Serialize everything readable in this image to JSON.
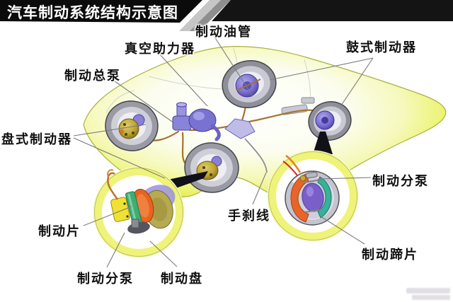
{
  "header": {
    "title": "汽车制动系统结构示意图",
    "bar_color": "#0b0b0b",
    "text_color": "#ffffff"
  },
  "labels": {
    "brake_oil_pipe": "制动油管",
    "vacuum_booster": "真空助力器",
    "drum_brake": "鼓式制动器",
    "brake_master_cylinder": "制动总泵",
    "disc_brake": "盘式制动器",
    "brake_pad": "制动片",
    "wheel_cylinder_front": "制动分泵",
    "brake_disc": "制动盘",
    "handbrake_cable": "手刹线",
    "wheel_cylinder_rear": "制动分泵",
    "brake_shoe": "制动蹄片"
  },
  "colors": {
    "car_body_yellow": "#dfeb3a",
    "magnifier_ring_yellow": "#eff379",
    "brake_line_brown": "#a5722e",
    "component_purple": "#8a80d8",
    "disc_gold": "#c0a838",
    "drum_shoe_orange": "#e86428",
    "pad_green": "#3fae76",
    "leader_line_gray": "#7a7a7a"
  }
}
